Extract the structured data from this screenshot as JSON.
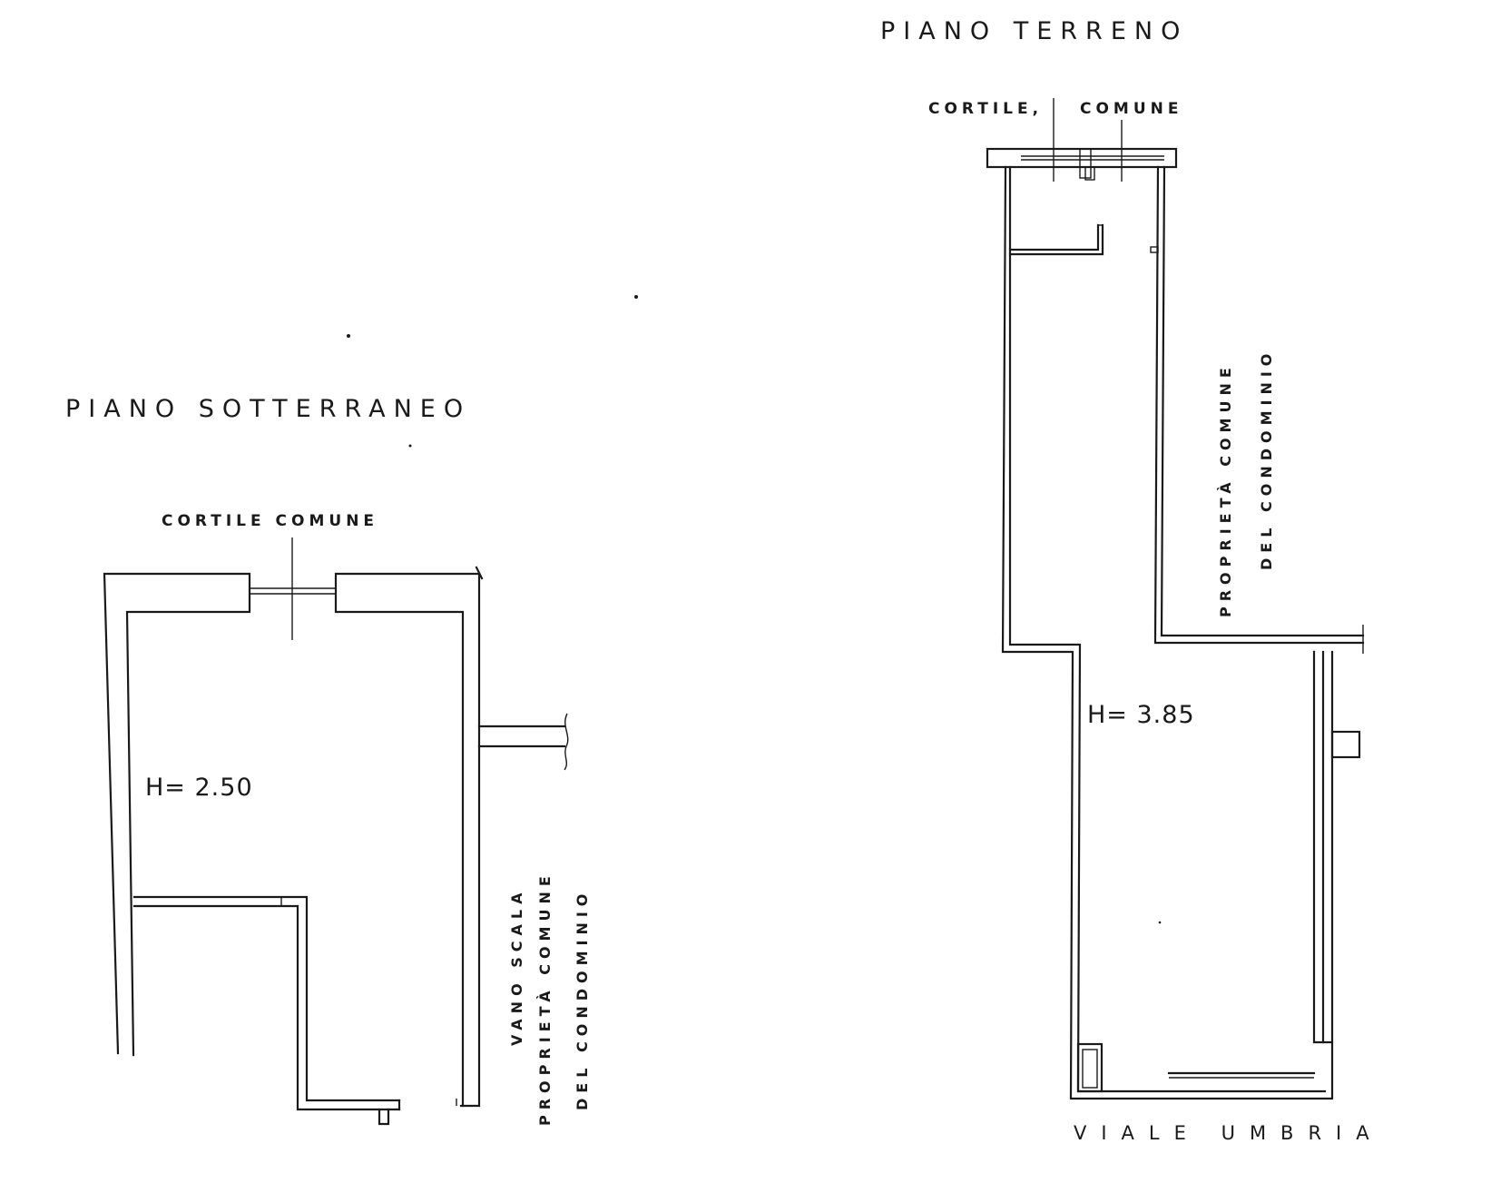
{
  "plans": {
    "basement": {
      "title": "PIANO SOTTERRANEO",
      "courtyard": "CORTILE COMUNE",
      "height": "H= 2.50",
      "side_note_1": "VANO SCALA",
      "side_note_2": "PROPRIETÀ COMUNE",
      "side_note_3": "DEL CONDOMINIO"
    },
    "ground": {
      "title": "PIANO TERRENO",
      "courtyard_left": "CORTILE,",
      "courtyard_right": "COMUNE",
      "height": "H= 3.85",
      "side_note_1": "PROPRIETÀ COMUNE",
      "side_note_2": "DEL CONDOMINIO",
      "street": "VIALE UMBRIA"
    }
  },
  "colors": {
    "ink": "#1a1a1a",
    "paper": "#ffffff"
  }
}
